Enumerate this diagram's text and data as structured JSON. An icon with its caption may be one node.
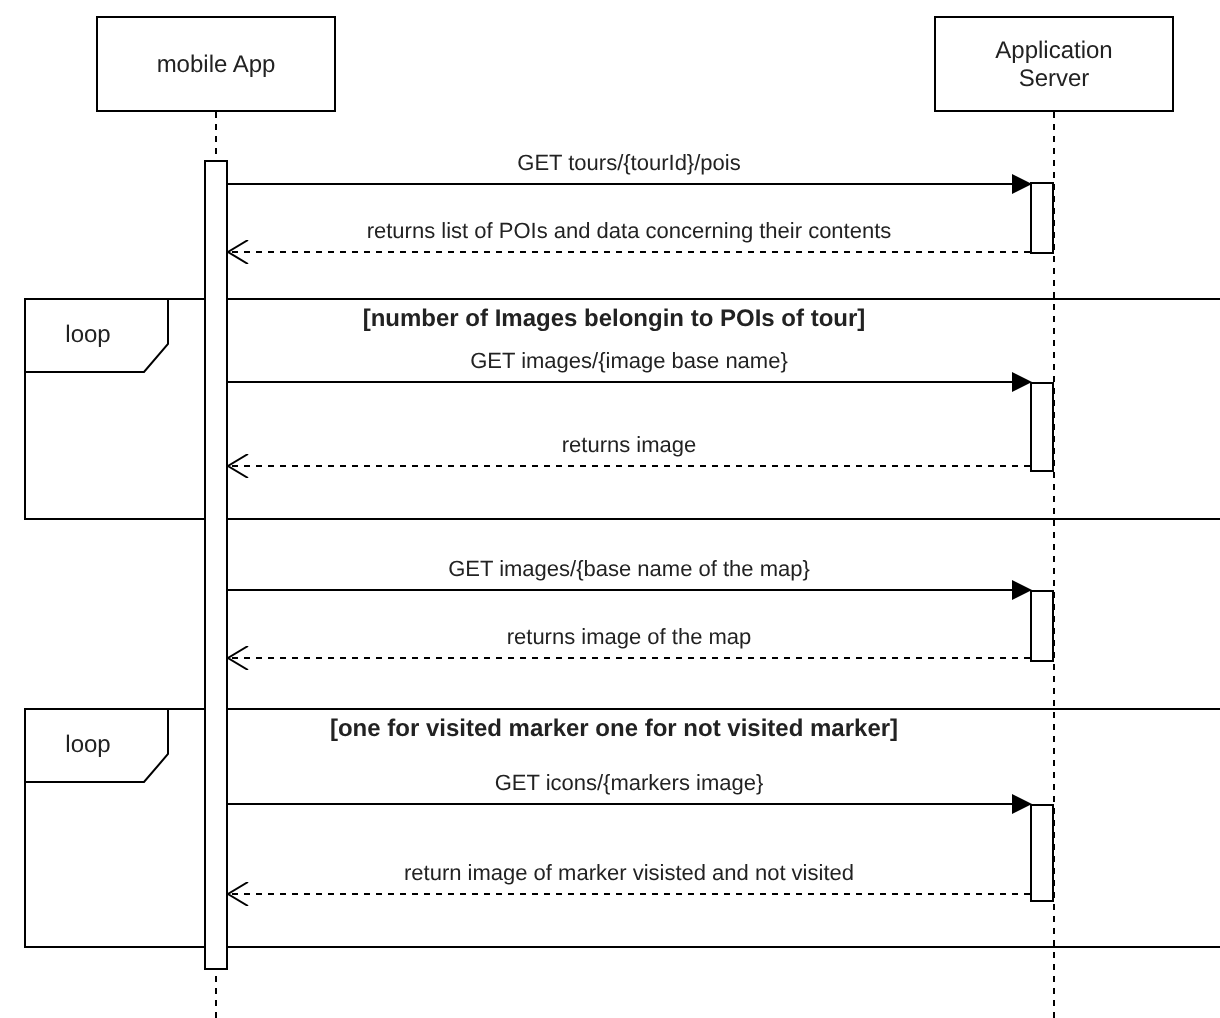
{
  "diagram": {
    "nodes": [
      {
        "text": [
          "mobile App"
        ]
      },
      {
        "text": [
          "Application Server"
        ]
      },
      {
        "text": [],
        "shape": "bar"
      },
      {
        "text": [],
        "shape": "bar"
      },
      {
        "text": [],
        "shape": "bar",
        "in": 7
      },
      {
        "text": [],
        "shape": "bar"
      },
      {
        "text": [],
        "shape": "bar",
        "in": 8
      },
      {
        "text": [
          "loop",
          "[number of Images belongin to POIs of tour]"
        ]
      },
      {
        "text": [
          "loop",
          "[one for visited marker one for not visited marker]"
        ]
      }
    ],
    "edges": [
      {
        "from": 2,
        "to": 3,
        "arrow": "to",
        "label": "GET tours/{tourId}/pois"
      },
      {
        "from": 3,
        "to": 2,
        "arrow": "to",
        "style": "dashed",
        "label": "returns list of POIs and data concerning their contents"
      },
      {
        "from": 2,
        "to": 4,
        "arrow": "to",
        "label": "GET images/{image base name}"
      },
      {
        "from": 4,
        "to": 2,
        "arrow": "to",
        "style": "dashed",
        "label": "returns image"
      },
      {
        "from": 2,
        "to": 5,
        "arrow": "to",
        "label": "GET images/{base name of the map}"
      },
      {
        "from": 5,
        "to": 2,
        "arrow": "to",
        "style": "dashed",
        "label": "returns image of the map"
      },
      {
        "from": 2,
        "to": 6,
        "arrow": "to",
        "label": "GET icons/{markers image}"
      },
      {
        "from": 6,
        "to": 2,
        "arrow": "to",
        "style": "dashed",
        "label": "return image of marker visisted and not visited"
      }
    ]
  }
}
